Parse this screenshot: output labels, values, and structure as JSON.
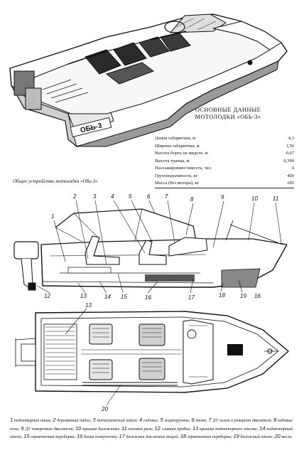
{
  "specs": {
    "title_line1": "ОСНОВНЫЕ ДАННЫЕ",
    "title_line2": "МОТОЛОДКИ «ОБЬ-3»",
    "rows": [
      {
        "label": "Длина габаритная, м",
        "value": "4,3"
      },
      {
        "label": "Ширина габаритная, м",
        "value": "1,56"
      },
      {
        "label": "Высота борта на миделе, м",
        "value": "0,67"
      },
      {
        "label": "Высота транца, м",
        "value": "0,390"
      },
      {
        "label": "Пассажировместимость, чел",
        "value": "4"
      },
      {
        "label": "Грузоподъемность, кг",
        "value": "400"
      },
      {
        "label": "Масса (без мотора), кг",
        "value": "185"
      }
    ]
  },
  "caption": "Общее устройство мотолодки «Обь-3»",
  "hull_lettering": "ОБЬ-3",
  "callouts": {
    "side": [
      "1",
      "2",
      "3",
      "4",
      "5",
      "6",
      "7",
      "8",
      "9",
      "10",
      "11"
    ],
    "side_bottom": [
      "12",
      "13",
      "14",
      "15",
      "16",
      "17",
      "18",
      "19",
      "16"
    ],
    "plan": [
      "13",
      "20"
    ]
  },
  "legend": [
    {
      "n": "1",
      "text": "подмоторная ниша;"
    },
    {
      "n": "2",
      "text": "деревянный пайол;"
    },
    {
      "n": "3",
      "text": "металлический пайол;"
    },
    {
      "n": "4",
      "text": "сиденье;"
    },
    {
      "n": "5",
      "text": "леерпоручень;"
    },
    {
      "n": "6",
      "text": "тент;"
    },
    {
      "n": "7",
      "text": "ДУ газом и реверсом двигателя;"
    },
    {
      "n": "8",
      "text": "ходовые огни;"
    },
    {
      "n": "9",
      "text": "ДУ поворотом двигателя;"
    },
    {
      "n": "10",
      "text": "крышка багажника;"
    },
    {
      "n": "11",
      "text": "носовой рым;"
    },
    {
      "n": "12",
      "text": "сливная пробка;"
    },
    {
      "n": "13",
      "text": "крышка подмоторного отсека;"
    },
    {
      "n": "14",
      "text": "подмоторный отсек;"
    },
    {
      "n": "15",
      "text": "герметичная переборка;"
    },
    {
      "n": "16",
      "text": "блоки плавучести;"
    },
    {
      "n": "17",
      "text": "багажник для мелких вещей;"
    },
    {
      "n": "18",
      "text": "герметичная переборка;"
    },
    {
      "n": "19",
      "text": "багажный отсек;"
    },
    {
      "n": "20",
      "text": "весла."
    }
  ]
}
